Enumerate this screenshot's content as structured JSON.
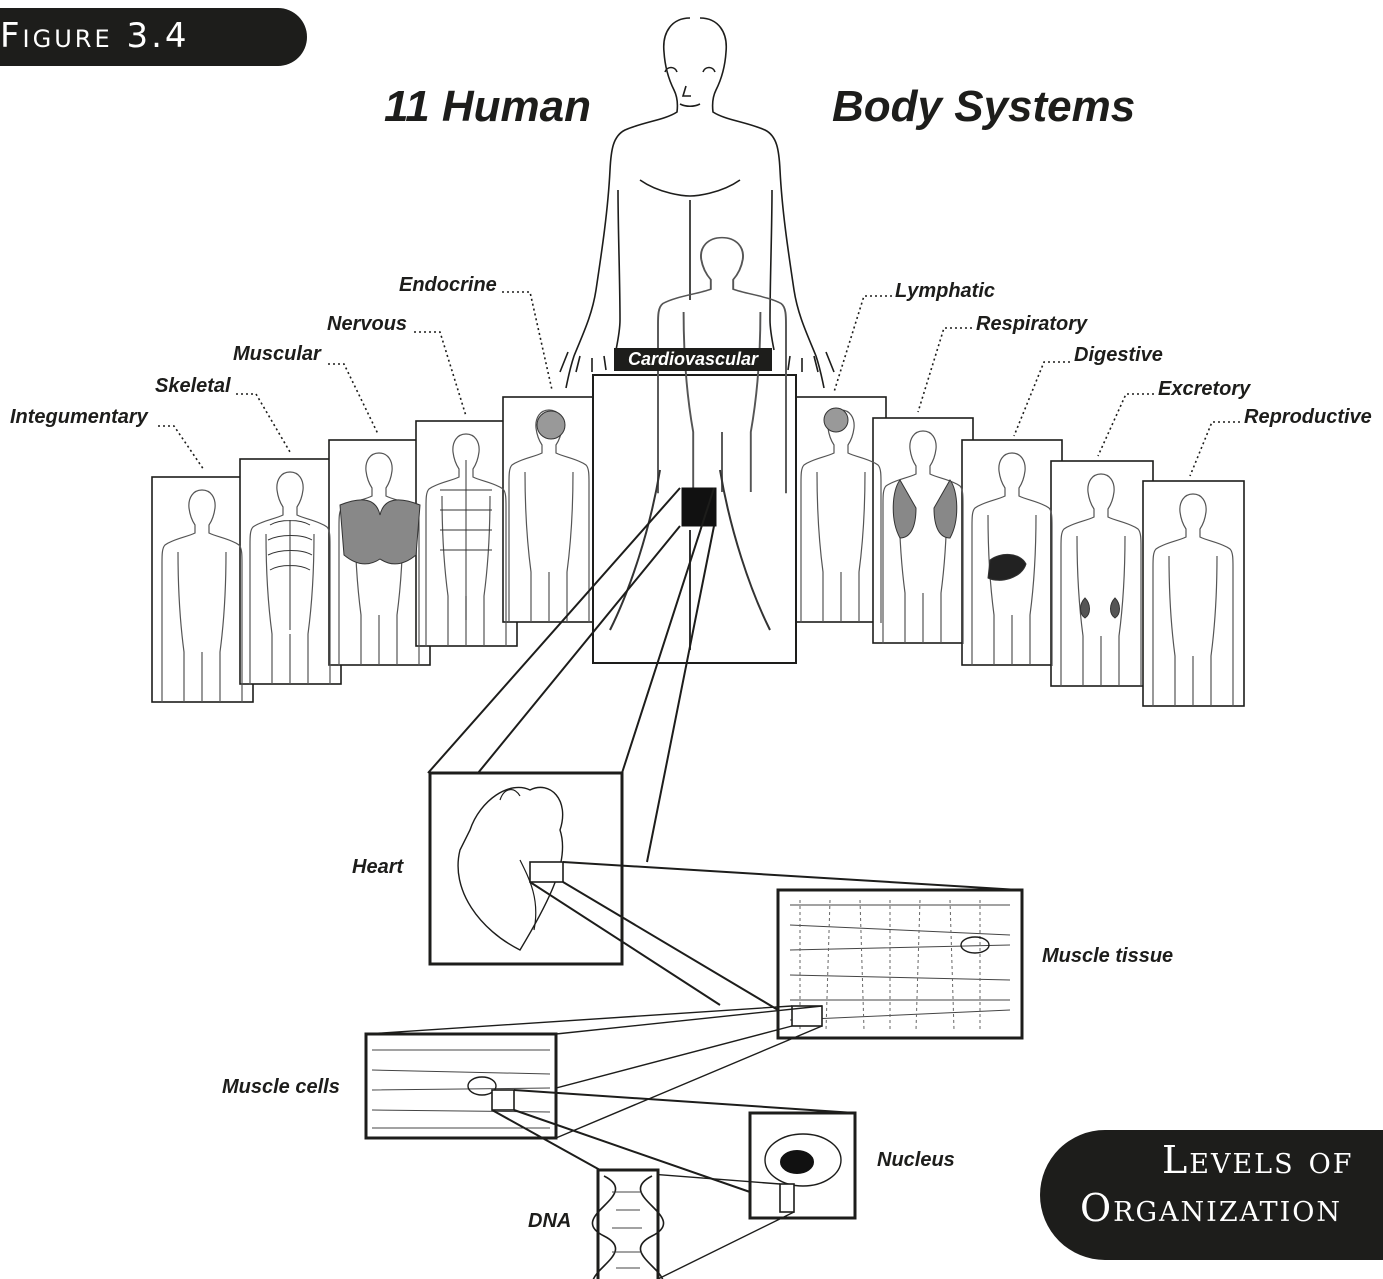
{
  "figure_label": "Figure 3.4",
  "title_left": "11 Human",
  "title_right": "Body Systems",
  "systems": {
    "integumentary": "Integumentary",
    "skeletal": "Skeletal",
    "muscular": "Muscular",
    "nervous": "Nervous",
    "endocrine": "Endocrine",
    "cardiovascular": "Cardiovascular",
    "lymphatic": "Lymphatic",
    "respiratory": "Respiratory",
    "digestive": "Digestive",
    "excretory": "Excretory",
    "reproductive": "Reproductive"
  },
  "levels_chain": {
    "heart": "Heart",
    "muscle_tissue": "Muscle tissue",
    "muscle_cells": "Muscle cells",
    "nucleus": "Nucleus",
    "dna": "DNA"
  },
  "levels_badge": {
    "line1": "Levels of",
    "line2": "Organization"
  }
}
